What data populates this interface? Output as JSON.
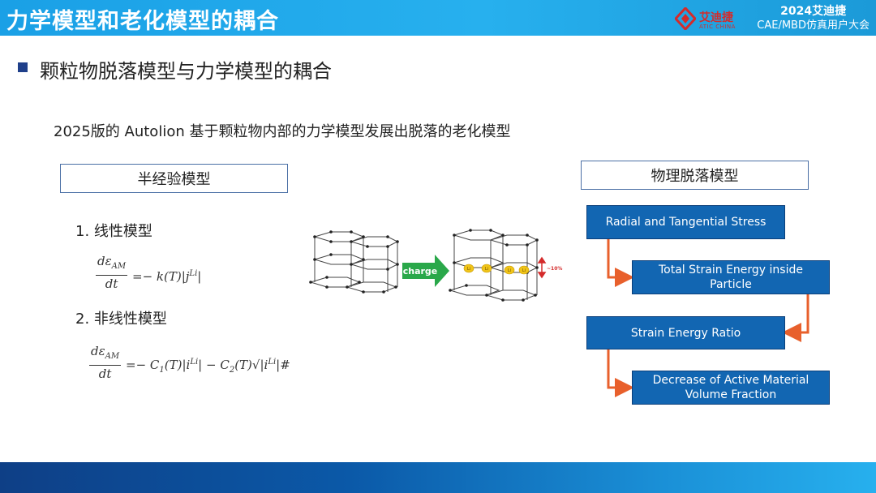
{
  "header": {
    "title": "力学模型和老化模型的耦合",
    "logo_cn": "艾迪捷",
    "logo_en": "ATIC CHINA",
    "conf_line1": "2024艾迪捷",
    "conf_line2": "CAE/MBD仿真用户大会"
  },
  "bullet": "颗粒物脱落模型与力学模型的耦合",
  "intro": "2025版的 Autolion 基于颗粒物内部的力学模型发展出脱落的老化模型",
  "left_panel": {
    "title": "半经验模型",
    "linear_label": "1. 线性模型",
    "linear_eq_num": "dε",
    "linear_eq_sub": "AM",
    "linear_eq_den": "dt",
    "linear_eq_rhs": "=− k(T)|j",
    "linear_eq_sup": "Li",
    "linear_eq_end": "|",
    "nonlinear_label": "2. 非线性模型",
    "nonlinear_eq_num": "dε",
    "nonlinear_eq_sub": "AM",
    "nonlinear_eq_den": "dt",
    "nonlinear_eq_rhs1": "=− C",
    "nonlinear_eq_c1sub": "1",
    "nonlinear_eq_rhs2": "(T)|i",
    "nonlinear_eq_sup1": "Li",
    "nonlinear_eq_rhs3": "| − C",
    "nonlinear_eq_c2sub": "2",
    "nonlinear_eq_rhs4": "(T)√|i",
    "nonlinear_eq_sup2": "Li",
    "nonlinear_eq_rhs5": "|#"
  },
  "diagram": {
    "arrow_label": "charge",
    "expansion_label": "~10%",
    "ion_label": "Li"
  },
  "right_panel": {
    "title": "物理脱落模型",
    "steps": [
      {
        "line1": "Radial and Tangential Stress",
        "line2": ""
      },
      {
        "line1": "Total Strain Energy inside",
        "line2": "Particle"
      },
      {
        "line1": "Strain Energy Ratio",
        "line2": ""
      },
      {
        "line1": "Decrease of Active Material",
        "line2": "Volume Fraction"
      }
    ]
  },
  "colors": {
    "header": "#1aa0e6",
    "flow_box": "#1266b2",
    "flow_arrow": "#e8602c",
    "charge_arrow": "#2aa84a",
    "ion": "#f0c419"
  }
}
